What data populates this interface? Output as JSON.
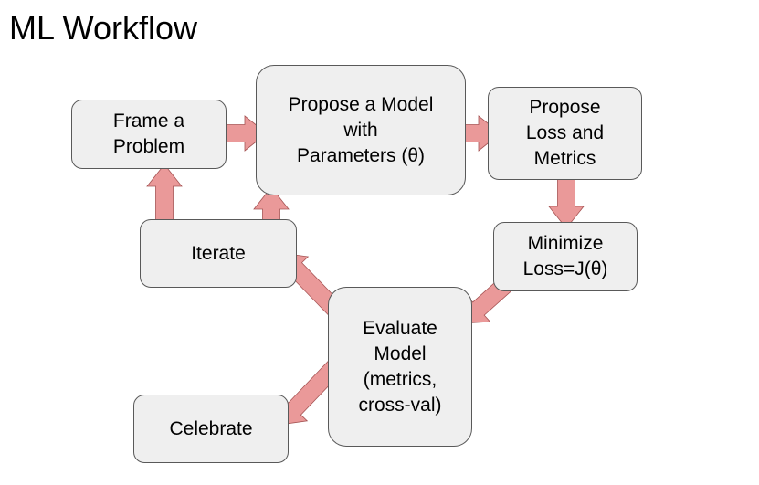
{
  "title": "ML Workflow",
  "colors": {
    "node_fill": "#efefef",
    "node_border": "#595959",
    "arrow_fill": "#ea9999",
    "arrow_stroke": "#a65454"
  },
  "nodes": {
    "frame": "Frame a\nProblem",
    "propose_model": "Propose a Model\nwith\nParameters (θ)",
    "propose_loss": "Propose\nLoss and\nMetrics",
    "minimize": "Minimize\nLoss=J(θ)",
    "iterate": "Iterate",
    "evaluate": "Evaluate\nModel\n(metrics,\ncross-val)",
    "celebrate": "Celebrate"
  },
  "edges": [
    {
      "from": "frame",
      "to": "propose_model"
    },
    {
      "from": "propose_model",
      "to": "propose_loss"
    },
    {
      "from": "propose_loss",
      "to": "minimize"
    },
    {
      "from": "minimize",
      "to": "evaluate"
    },
    {
      "from": "evaluate",
      "to": "iterate"
    },
    {
      "from": "iterate",
      "to": "frame"
    },
    {
      "from": "iterate",
      "to": "propose_model"
    },
    {
      "from": "evaluate",
      "to": "celebrate"
    }
  ]
}
